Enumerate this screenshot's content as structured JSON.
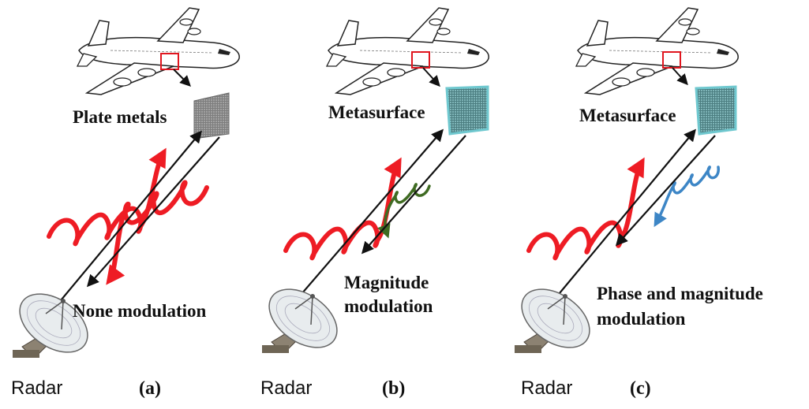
{
  "colors": {
    "incident_wave": "#ee1c24",
    "reflected_wave_a": "#ee1c24",
    "reflected_wave_b": "#3f6b22",
    "reflected_wave_c": "#3d86c6",
    "highlight_box": "#e0161f",
    "metasurface": "#6fc8cf",
    "plate_metal": "#8a8a8a"
  },
  "panels": [
    {
      "id": "a",
      "surface_label": "Plate metals",
      "modulation_label_line1": "None modulation",
      "modulation_label_line2": "",
      "radar_label": "Radar",
      "panel_label": "(a)"
    },
    {
      "id": "b",
      "surface_label": "Metasurface",
      "modulation_label_line1": "Magnitude",
      "modulation_label_line2": "modulation",
      "radar_label": "Radar",
      "panel_label": "(b)"
    },
    {
      "id": "c",
      "surface_label": "Metasurface",
      "modulation_label_line1": "Phase and magnitude",
      "modulation_label_line2": "modulation",
      "radar_label": "Radar",
      "panel_label": "(c)"
    }
  ]
}
